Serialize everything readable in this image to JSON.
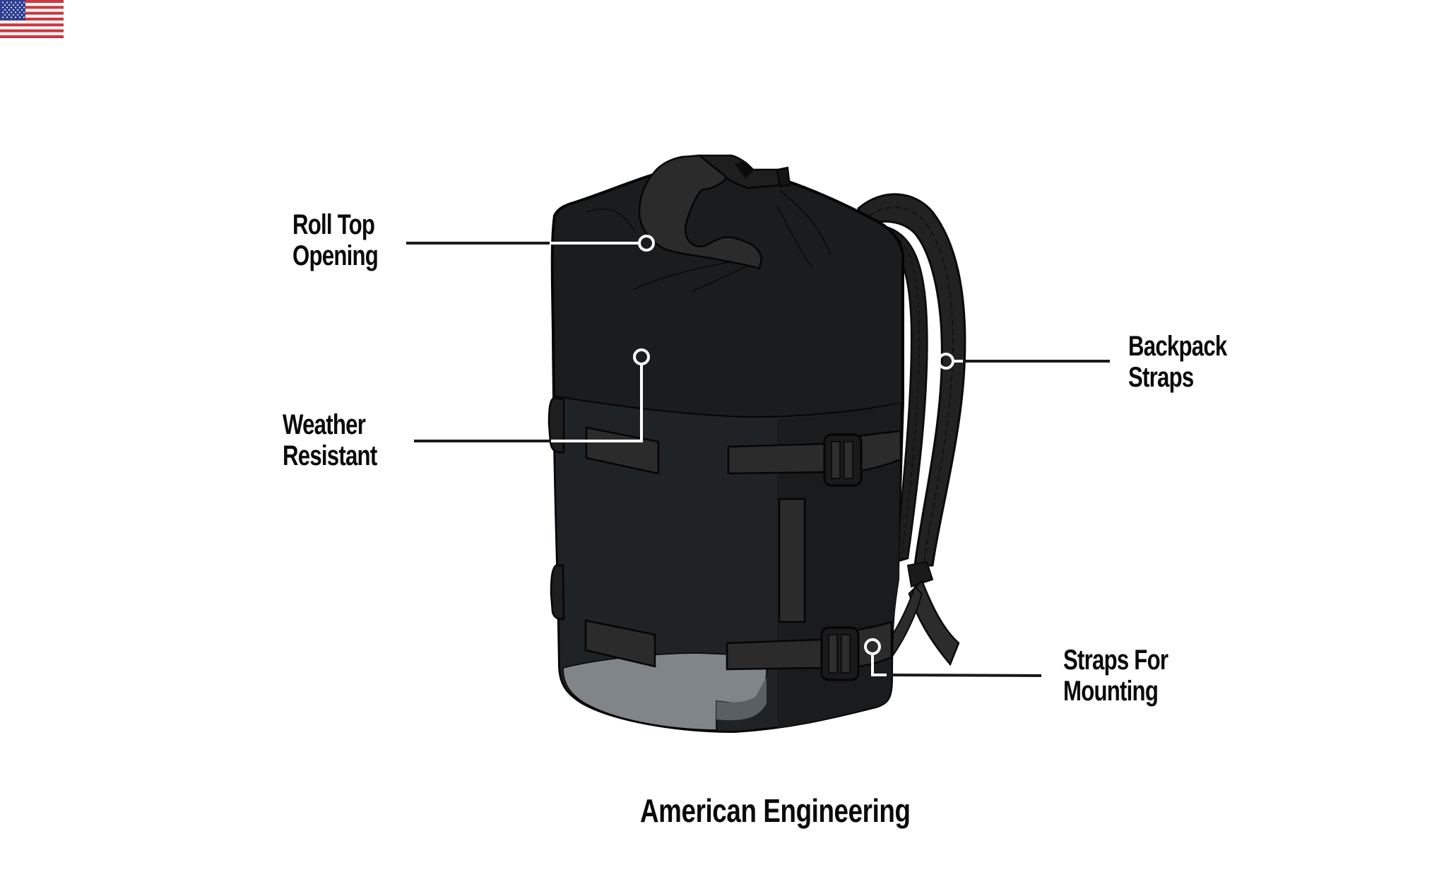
{
  "callouts": [
    {
      "id": "roll-top",
      "lines": [
        "Roll Top",
        "Opening"
      ]
    },
    {
      "id": "weather",
      "lines": [
        "Weather",
        "Resistant"
      ]
    },
    {
      "id": "backpack-straps",
      "lines": [
        "Backpack",
        "Straps"
      ]
    },
    {
      "id": "mounting-straps",
      "lines": [
        "Straps For",
        "Mounting"
      ]
    }
  ],
  "footer": {
    "flag_icon": "us-flag-icon",
    "text": "American Engineering"
  },
  "colors": {
    "background": "#ffffff",
    "bag_body": "#1b1c1d",
    "bag_lower": "#202325",
    "strap": "#2b2b2c",
    "bottom_panel": "#7f8589",
    "callout_line": "#1a1a1a",
    "callout_dot": "#ffffff",
    "text": "#0a0a0a",
    "flag_red": "#d0363f",
    "flag_blue": "#2f3f93"
  }
}
